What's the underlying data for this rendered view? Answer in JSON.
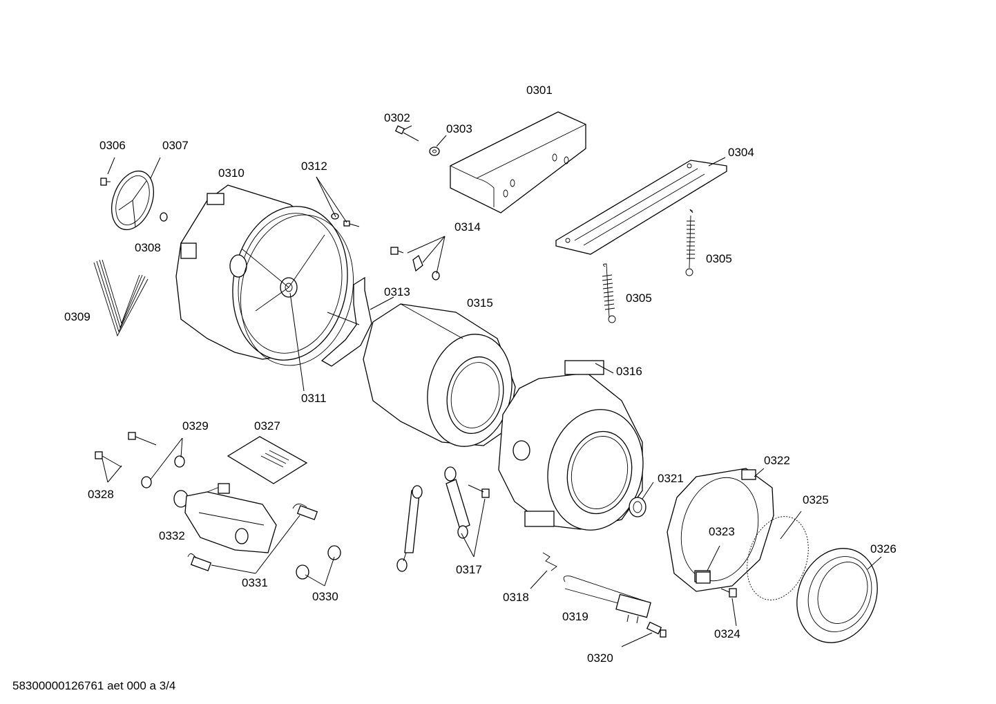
{
  "labels": {
    "p0301": "0301",
    "p0302": "0302",
    "p0303": "0303",
    "p0304": "0304",
    "p0305a": "0305",
    "p0305b": "0305",
    "p0306": "0306",
    "p0307": "0307",
    "p0308": "0308",
    "p0309": "0309",
    "p0310": "0310",
    "p0311": "0311",
    "p0312": "0312",
    "p0313": "0313",
    "p0314": "0314",
    "p0315": "0315",
    "p0316": "0316",
    "p0317": "0317",
    "p0318": "0318",
    "p0319": "0319",
    "p0320": "0320",
    "p0321": "0321",
    "p0322": "0322",
    "p0323": "0323",
    "p0324": "0324",
    "p0325": "0325",
    "p0326": "0326",
    "p0327": "0327",
    "p0328": "0328",
    "p0329": "0329",
    "p0330": "0330",
    "p0331": "0331",
    "p0332": "0332"
  },
  "footer": "58300000126761 aet 000 a 3/4"
}
